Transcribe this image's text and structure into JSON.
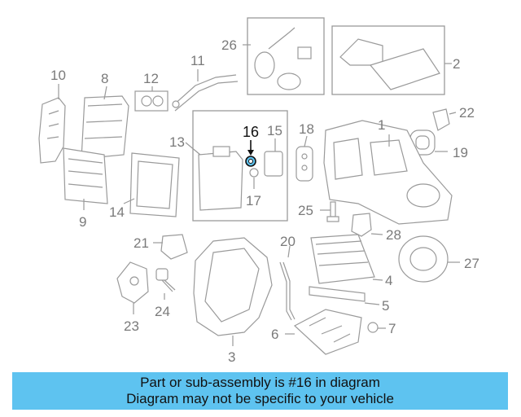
{
  "callouts": [
    "1",
    "2",
    "3",
    "4",
    "5",
    "6",
    "7",
    "8",
    "9",
    "10",
    "11",
    "12",
    "13",
    "14",
    "15",
    "16",
    "17",
    "18",
    "19",
    "20",
    "21",
    "22",
    "23",
    "24",
    "25",
    "26",
    "27",
    "28"
  ],
  "highlighted_part": "16",
  "highlight_color": "#5ec3f0",
  "caption": {
    "line1": "Part or sub-assembly is #16 in diagram",
    "line2": "Diagram may not be specific to your vehicle"
  }
}
